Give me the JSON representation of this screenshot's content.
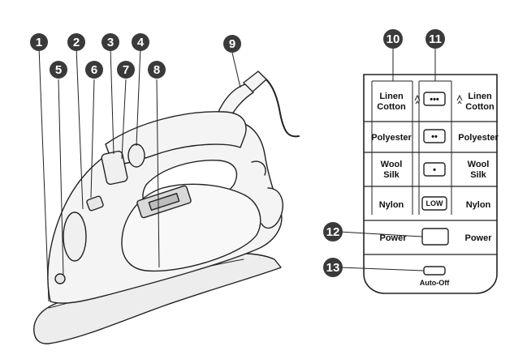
{
  "callouts": {
    "n1": "1",
    "n2": "2",
    "n3": "3",
    "n4": "4",
    "n5": "5",
    "n6": "6",
    "n7": "7",
    "n8": "8",
    "n9": "9",
    "n10": "10",
    "n11": "11",
    "n12": "12",
    "n13": "13"
  },
  "panel": {
    "rows": [
      {
        "left": [
          "Linen",
          "Cotton"
        ],
        "button": "•••",
        "right": [
          "Linen",
          "Cotton"
        ]
      },
      {
        "left": [
          "Polyester"
        ],
        "button": "••",
        "right": [
          "Polyester"
        ]
      },
      {
        "left": [
          "Wool",
          "Silk"
        ],
        "button": "•",
        "right": [
          "Wool",
          "Silk"
        ]
      },
      {
        "left": [
          "Nylon"
        ],
        "button": "LOW",
        "right": [
          "Nylon"
        ]
      }
    ],
    "power_left": "Power",
    "power_right": "Power",
    "auto_off": "Auto-Off"
  },
  "colors": {
    "callout_fill": "#3a3a3a",
    "line": "#222222",
    "body_fill": "#f4f4f4"
  }
}
